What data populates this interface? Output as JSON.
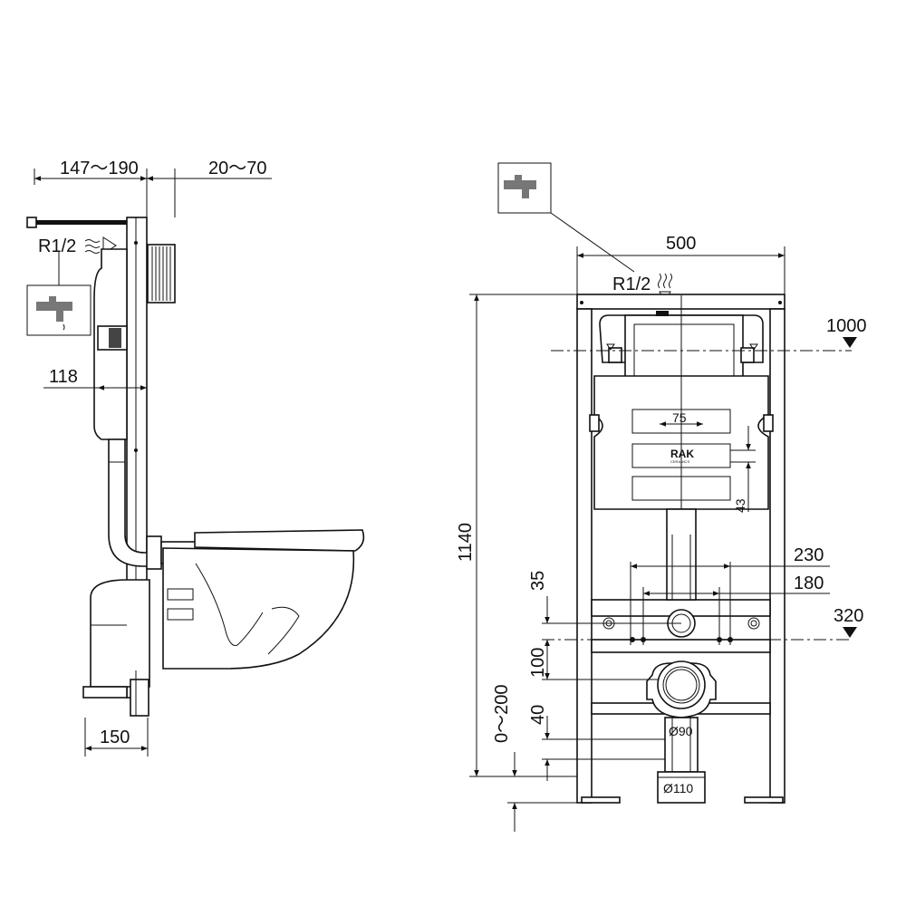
{
  "side_view": {
    "dim_top_left": "147～190",
    "dim_top_right": "20～70",
    "water_inlet": "R1/2",
    "dim_mid": "118",
    "dim_bottom": "150"
  },
  "front_view": {
    "water_inlet": "R1/2",
    "dim_width": "500",
    "dim_height": "1140",
    "dim_actuator": "1000",
    "dim_button_75": "75",
    "dim_button_43": "43",
    "dim_230": "230",
    "dim_180": "180",
    "dim_35": "35",
    "dim_320": "320",
    "dim_100": "100",
    "dim_40": "40",
    "dim_0_200": "0～200",
    "pipe_90": "Ø90",
    "pipe_110": "Ø110",
    "brand": "RAK",
    "brand_sub": "CERAMICS"
  },
  "icons": [
    "water-tap-icon",
    "level-triangle-icon",
    "water-flow-icon"
  ]
}
